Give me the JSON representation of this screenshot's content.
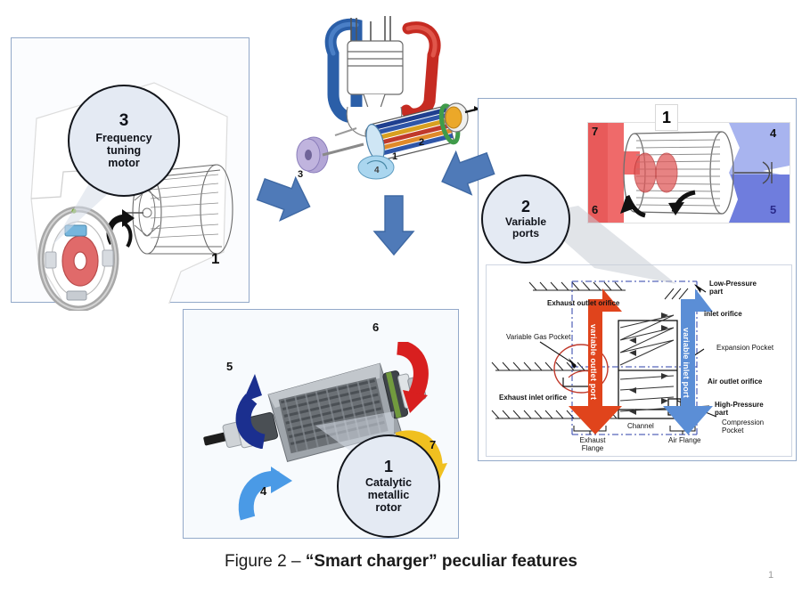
{
  "caption": {
    "prefix": "Figure 2 – ",
    "quoted": "“Smart charger” peculiar features"
  },
  "page_number": "1",
  "colors": {
    "nav_arrow": "#4f7ab8",
    "callout_fill": "#e4eaf3",
    "callout_border": "#13161c",
    "panel_border": "#93a9c9",
    "exhaust_red": "#e0441c",
    "air_blue": "#5b8ed6",
    "hot_side": "#ef6a6a",
    "cold_side": "#8e9fe8"
  },
  "panels": {
    "frequency_motor": {
      "name": "Frequency tuning motor panel",
      "callout": {
        "number": "3",
        "label_lines": [
          "Frequency",
          "tuning",
          "motor"
        ]
      },
      "part_number": "1"
    },
    "engine_overview": {
      "name": "Engine overview",
      "part_numbers": [
        "1",
        "2",
        "3",
        "4"
      ]
    },
    "variable_ports": {
      "name": "Variable ports panel",
      "callout": {
        "number": "2",
        "label_lines": [
          "Variable",
          "ports"
        ]
      },
      "cross_section": {
        "top_label": "1",
        "corner_numbers": {
          "top_left": "7",
          "bottom_left": "6",
          "top_right": "4",
          "bottom_right": "5"
        }
      },
      "schematic": {
        "vertical_ports": {
          "outlet": "variable outlet port",
          "inlet": "variable inlet port"
        },
        "labels": [
          "Exhaust outlet orifice",
          "Variable Gas Pocket",
          "Exhaust inlet orifice",
          "Low-Pressure part",
          "inlet  orifice",
          "Expansion Pocket",
          "Air outlet orifice",
          "High-Pressure part",
          "Compression Pocket",
          "Exhaust Flange",
          "Channel",
          "Air Flange"
        ]
      }
    },
    "catalytic_rotor": {
      "name": "Catalytic metallic rotor panel",
      "callout": {
        "number": "1",
        "label_lines": [
          "Catalytic",
          "metallic",
          "rotor"
        ]
      },
      "flow_numbers": {
        "air_in": "4",
        "air_out": "5",
        "exhaust_in": "6",
        "exhaust_out": "7"
      }
    }
  },
  "nav_arrows": [
    {
      "name": "arrow-down-left",
      "direction": "down-left"
    },
    {
      "name": "arrow-down",
      "direction": "down"
    },
    {
      "name": "arrow-down-right",
      "direction": "down-right"
    }
  ]
}
